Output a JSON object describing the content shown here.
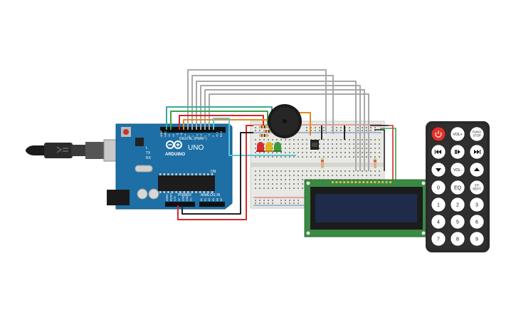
{
  "arduino": {
    "brand": "ARDUINO",
    "model": "UNO",
    "digital_label": "DIGITAL (PWM~)",
    "power_label": "POWER",
    "analog_label": "ANALOG IN",
    "tx_label": "TX",
    "rx_label": "RX",
    "l_label": "L",
    "on_label": "ON",
    "digital_pins": [
      "AREF",
      "GND",
      "13",
      "12",
      "~11",
      "~10",
      "~9",
      "8",
      "7",
      "~6",
      "~5",
      "4",
      "~3",
      "2",
      "TX 1",
      "RX 0"
    ],
    "power_pins": [
      "IOREF",
      "RESET",
      "3.3V",
      "5V",
      "GND",
      "GND",
      "Vin"
    ],
    "analog_pins": [
      "A0",
      "A1",
      "A2",
      "A3",
      "A4",
      "A5"
    ]
  },
  "remote": {
    "buttons": [
      {
        "label": "power-icon",
        "kind": "icon",
        "name": "power"
      },
      {
        "label": "VOL+",
        "kind": "text",
        "name": "vol-up"
      },
      {
        "label": "FUNC/ STOP",
        "kind": "text",
        "name": "func-stop"
      },
      {
        "label": "rewind-icon",
        "kind": "icon",
        "name": "rewind"
      },
      {
        "label": "play-pause-icon",
        "kind": "icon",
        "name": "play-pause"
      },
      {
        "label": "fast-forward-icon",
        "kind": "icon",
        "name": "fast-forward"
      },
      {
        "label": "down-icon",
        "kind": "icon",
        "name": "down"
      },
      {
        "label": "VOL-",
        "kind": "text",
        "name": "vol-down"
      },
      {
        "label": "up-icon",
        "kind": "icon",
        "name": "up"
      },
      {
        "label": "0",
        "kind": "text",
        "name": "0"
      },
      {
        "label": "EQ",
        "kind": "text",
        "name": "eq"
      },
      {
        "label": "ST/ REPT",
        "kind": "text",
        "name": "st-rept"
      },
      {
        "label": "1",
        "kind": "text",
        "name": "1"
      },
      {
        "label": "2",
        "kind": "text",
        "name": "2"
      },
      {
        "label": "3",
        "kind": "text",
        "name": "3"
      },
      {
        "label": "4",
        "kind": "text",
        "name": "4"
      },
      {
        "label": "5",
        "kind": "text",
        "name": "5"
      },
      {
        "label": "6",
        "kind": "text",
        "name": "6"
      },
      {
        "label": "7",
        "kind": "text",
        "name": "7"
      },
      {
        "label": "8",
        "kind": "text",
        "name": "8"
      },
      {
        "label": "9",
        "kind": "text",
        "name": "9"
      }
    ]
  },
  "colors": {
    "arduino_board": "#1d6fa5",
    "breadboard": "#e8e8e4",
    "lcd_pcb": "#3a8a44",
    "lcd_screen": "#1e2b4a",
    "remote_body": "#2a2a2a",
    "remote_power": "#e0322a",
    "wire_gray": "#a8a8a8",
    "wire_red": "#d6262b",
    "wire_black": "#222222",
    "wire_green": "#3aa14b",
    "wire_orange": "#e58a1c",
    "wire_cyan": "#5ec3d6",
    "led_red": "#d32f2f",
    "led_yellow": "#e0b323",
    "led_green": "#3f9b3a"
  }
}
